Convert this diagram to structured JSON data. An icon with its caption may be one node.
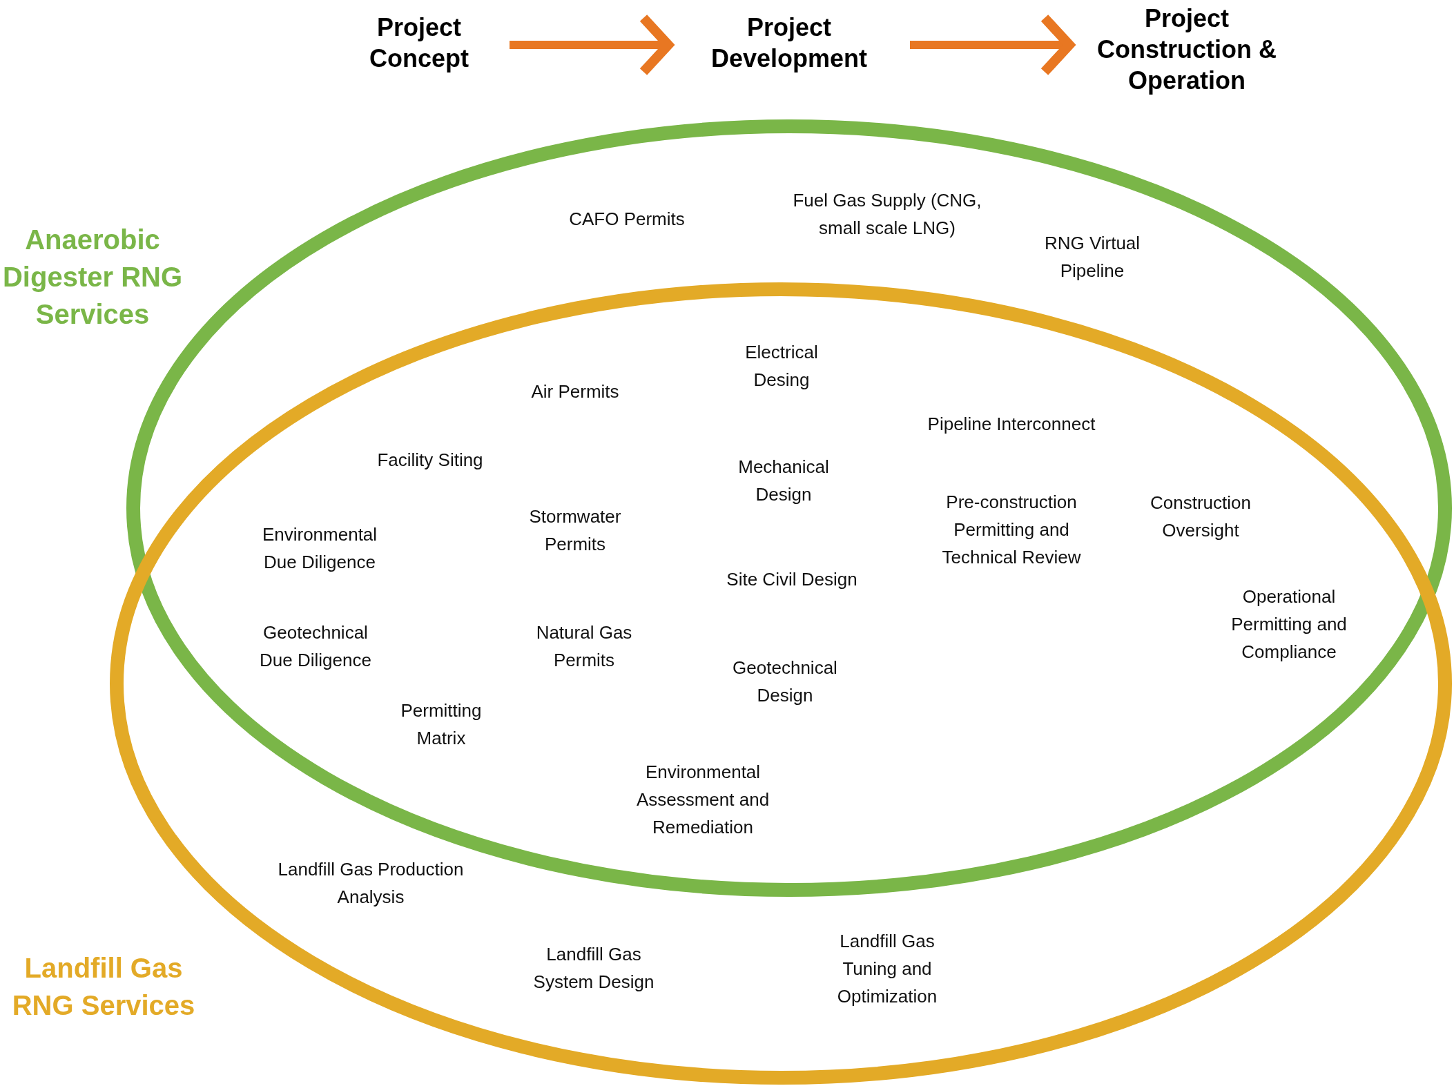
{
  "diagram": {
    "nodes": [
      {
        "text": [
          "Project Concept"
        ]
      },
      {
        "text": [
          "Project Development"
        ]
      },
      {
        "text": [
          "Project Construction & Operation"
        ]
      },
      {
        "text": [
          "Anaerobic Digester RNG Services"
        ]
      },
      {
        "text": [
          "Landfill Gas RNG Services"
        ]
      }
    ],
    "edges": [
      {
        "from": 0,
        "to": 1,
        "arrow": "to"
      },
      {
        "from": 1,
        "to": 2,
        "arrow": "to"
      }
    ],
    "labels": [
      "CAFO Permits",
      "Fuel Gas Supply (CNG, small scale LNG)",
      "RNG Virtual Pipeline",
      "Electrical Desing",
      "Air Permits",
      "Pipeline Interconnect",
      "Facility Siting",
      "Mechanical Design",
      "Pre-construction Permitting and Technical Review",
      "Construction Oversight",
      "Environmental Due Diligence",
      "Stormwater Permits",
      "Site Civil Design",
      "Operational Permitting and Compliance",
      "Geotechnical Due Diligence",
      "Natural Gas Permits",
      "Geotechnical Design",
      "Permitting Matrix",
      "Environmental Assessment and Remediation",
      "Landfill Gas Production Analysis",
      "Landfill Gas System Design",
      "Landfill Gas Tuning and Optimization"
    ]
  }
}
